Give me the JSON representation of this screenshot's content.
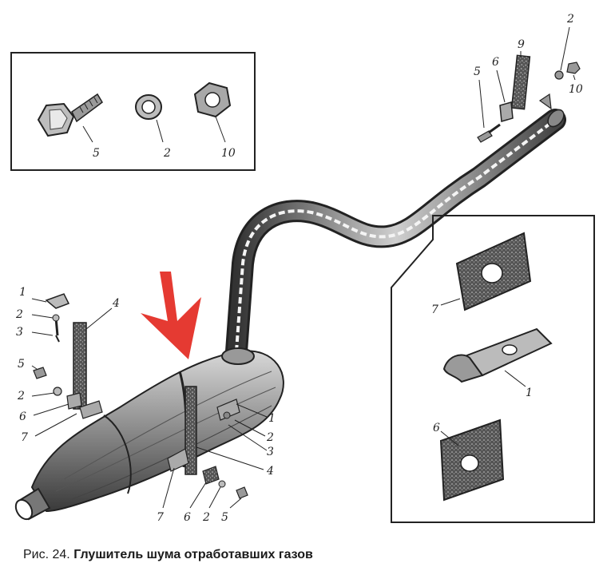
{
  "caption": {
    "prefix": "Рис. 24.",
    "title": "Глушитель шума отработавших газов"
  },
  "colors": {
    "arrow": "#e53a32",
    "ink": "#222222",
    "paper": "#ffffff"
  },
  "fasteners_inset": {
    "labels": [
      "5",
      "2",
      "10"
    ]
  },
  "pipe_end_labels": [
    "2",
    "5",
    "6",
    "9",
    "10"
  ],
  "left_bracket_labels": [
    "1",
    "2",
    "3",
    "4",
    "5",
    "2",
    "6",
    "7"
  ],
  "right_labels": [
    "1",
    "2",
    "3",
    "4"
  ],
  "bottom_labels": [
    "7",
    "6",
    "2",
    "5"
  ],
  "brackets_inset": {
    "labels": [
      "7",
      "1",
      "6"
    ]
  }
}
